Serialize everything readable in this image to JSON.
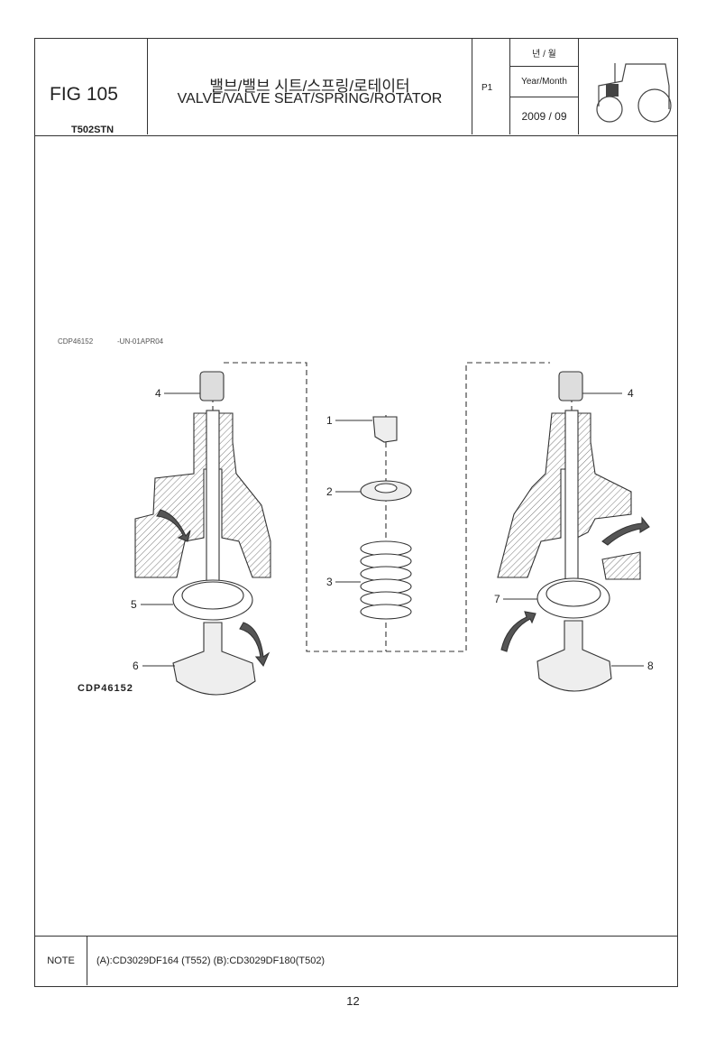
{
  "header": {
    "fig_no": "FIG 105",
    "model": "T502STN",
    "title_ko": "밸브/밸브 시트/스프링/로테이터",
    "title_en": "VALVE/VALVE SEAT/SPRING/ROTATOR",
    "page": "P1",
    "date_label_ko": "년 / 월",
    "date_label_en": "Year/Month",
    "date_value": "2009 / 09"
  },
  "diagram": {
    "code_small_1": "CDP46152",
    "code_small_2": "-UN-01APR04",
    "code_bold": "CDP46152",
    "callouts": [
      "1",
      "2",
      "3",
      "4",
      "4",
      "5",
      "6",
      "7",
      "8"
    ]
  },
  "note": {
    "label": "NOTE",
    "text": "(A):CD3029DF164 (T552)  (B):CD3029DF180(T502)"
  },
  "page_number": "12"
}
